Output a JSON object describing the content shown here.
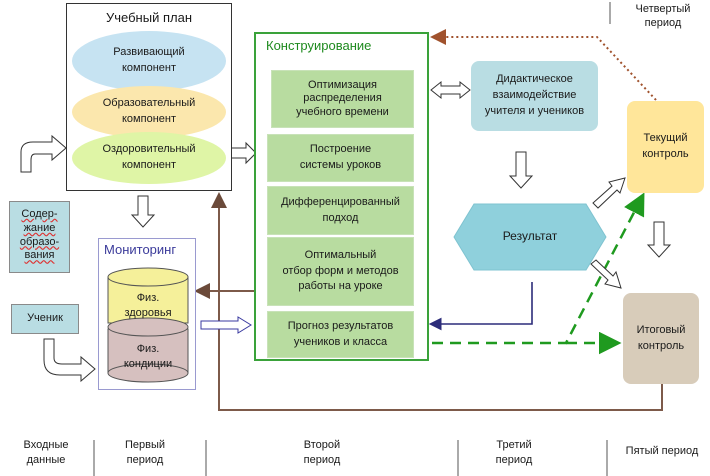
{
  "study_plan": {
    "title": "Учебный план",
    "developing": [
      "Развивающий",
      "компонент"
    ],
    "educational": [
      "Образовательный",
      "компонент"
    ],
    "health": [
      "Оздоровительный",
      "компонент"
    ]
  },
  "construct": {
    "title": "Конструирование",
    "items": [
      [
        "Оптимизация",
        "распределения",
        "учебного времени"
      ],
      [
        "Построение",
        "системы уроков"
      ],
      [
        "Дифференцированный",
        "подход"
      ],
      [
        "Оптимальный",
        "отбор форм и методов",
        "работы на уроке"
      ],
      [
        "Прогноз результатов",
        "учеников и класса"
      ]
    ]
  },
  "didactic": [
    "Дидактическое",
    "взаимодействие",
    "учителя и учеников"
  ],
  "result": "Результат",
  "current_control": [
    "Текущий",
    "контроль"
  ],
  "final_control": [
    "Итоговый",
    "контроль"
  ],
  "content": [
    "Содер-",
    "жание",
    "образо-",
    "вания"
  ],
  "student": "Ученик",
  "monitoring": {
    "title": "Мониторинг",
    "health": [
      "Физ.",
      "здоровья"
    ],
    "condition": [
      "Физ.",
      "кондиции"
    ]
  },
  "fourth_period": [
    "Четвертый",
    "период"
  ],
  "footer": {
    "input": [
      "Входные",
      "данные"
    ],
    "first": [
      "Первый",
      "период"
    ],
    "second": [
      "Второй",
      "период"
    ],
    "third": [
      "Третий",
      "период"
    ],
    "fifth": "Пятый период"
  },
  "colors": {
    "green_border": "#3aa23a",
    "green_box": "#b8dca0",
    "blue_box": "#b9dde3",
    "yellow_box": "#ffe69a",
    "beige_box": "#d8ccba",
    "teal_shape": "#8fd0dc",
    "brown_line": "#8a6a5a",
    "dotted_arrow": "#a0522d"
  }
}
